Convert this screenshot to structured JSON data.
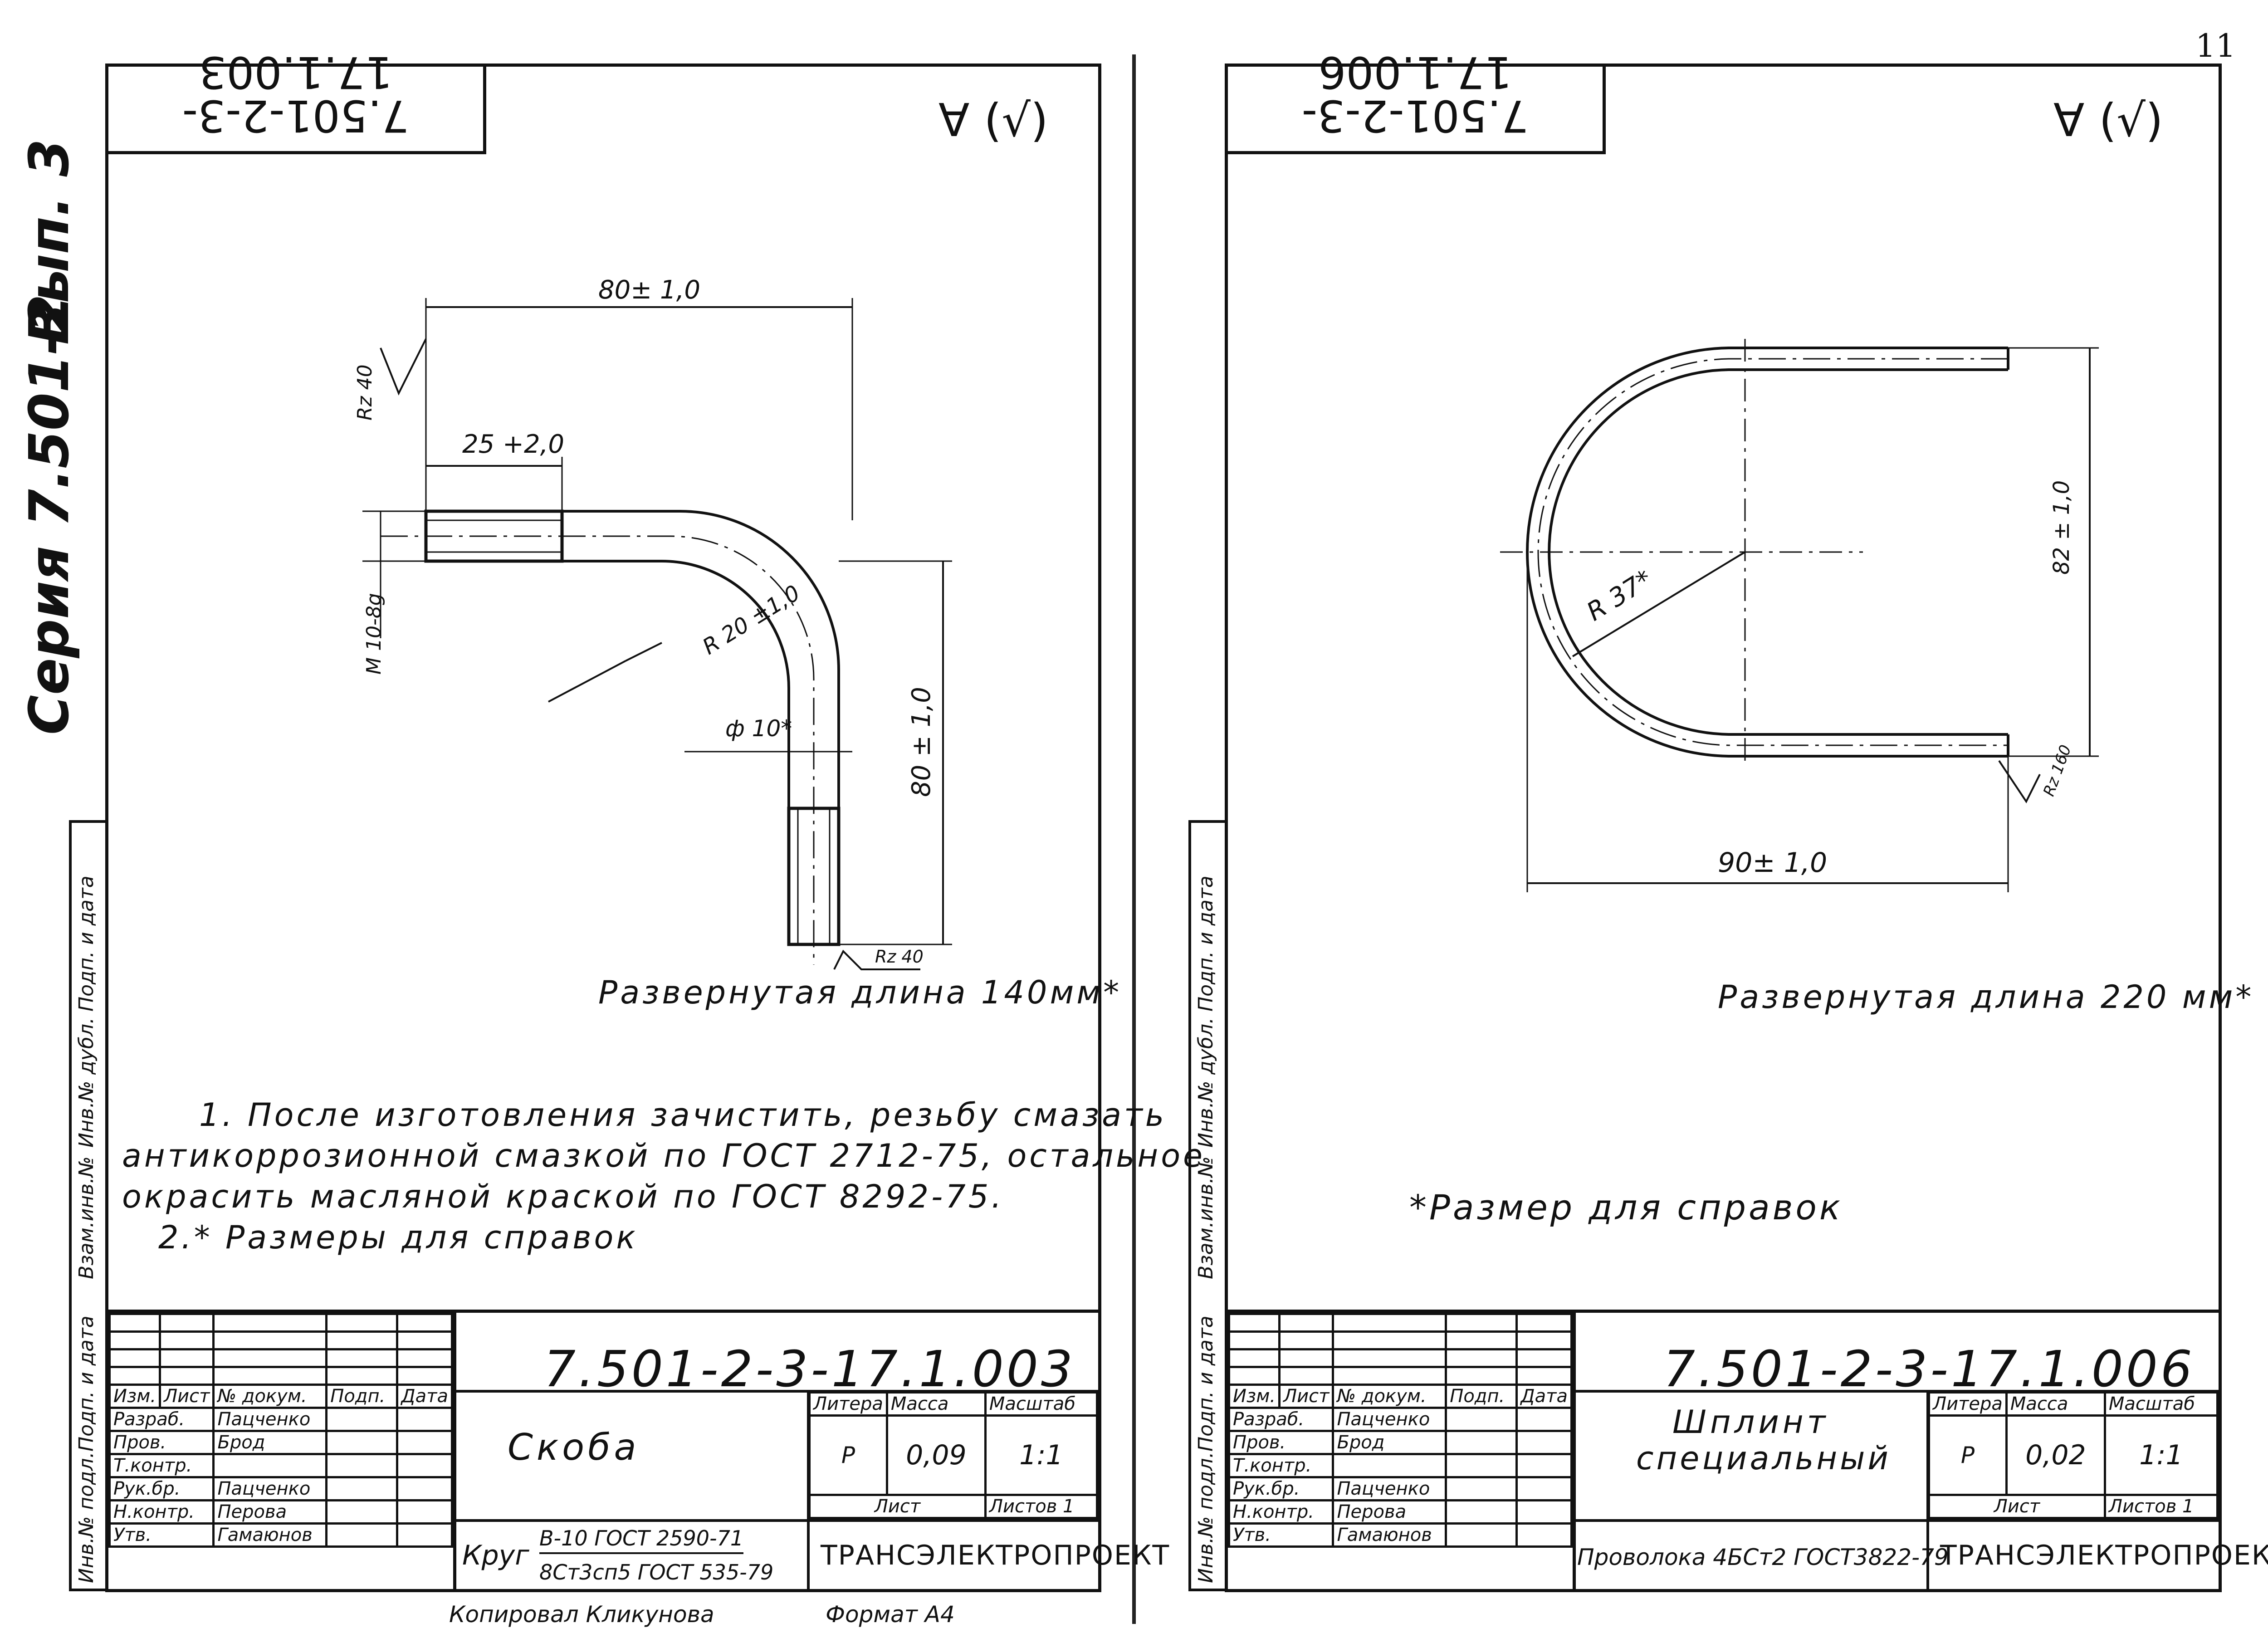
{
  "side_title": {
    "series": "Серия 7.501-2",
    "issue": "Вып. 3"
  },
  "left_sheet": {
    "stamp_code": "7.501-2-3-17.1.003",
    "roughness_symbol": "∀ (√)",
    "dims": {
      "length_top": "80± 1,0",
      "thread_length": "25 +2,0",
      "rz_top": "Rz 40",
      "thread": "М 10-8g",
      "radius": "R 20 ±1,0",
      "diameter": "ф 10*",
      "length_side": "80 ± 1,0",
      "rz_bottom": "Rz 40"
    },
    "developed_length": "Развернутая длина 140мм*",
    "notes": [
      "1. После изготовления зачистить, резьбу смазать",
      "антикоррозионной смазкой по ГОСТ 2712-75, остальное",
      "окрасить масляной краской по ГОСТ 8292-75.",
      "2.* Размеры для справок"
    ],
    "title_block": {
      "doc_number": "7.501-2-3-17.1.003",
      "name": "Скоба",
      "col_headers": [
        "Изм.",
        "Лист",
        "№ докум.",
        "Подп.",
        "Дата"
      ],
      "rows": [
        [
          "Разраб.",
          "Пацченко"
        ],
        [
          "Пров.",
          "Брод"
        ],
        [
          "Т.контр.",
          ""
        ],
        [
          "Рук.бр.",
          "Пацченко"
        ],
        [
          "Н.контр.",
          "Перова"
        ],
        [
          "Утв.",
          "Гамаюнов"
        ]
      ],
      "litera_label": "Литера",
      "mass_label": "Масса",
      "scale_label": "Масштаб",
      "litera": "Р",
      "mass": "0,09",
      "scale": "1:1",
      "sheet_label": "Лист",
      "sheets_label": "Листов 1",
      "material_prefix": "Круг",
      "material_top": "В-10 ГОСТ 2590-71",
      "material_bottom": "8Ст3сп5 ГОСТ 535-79",
      "org": "ТРАНСЭЛЕКТРОПРОЕКТ"
    },
    "footer": {
      "copied": "Копировал Кликунова",
      "format": "Формат А4"
    }
  },
  "right_sheet": {
    "stamp_code": "7.501-2-3-17.1.006",
    "roughness_symbol": "∀ (√)",
    "dims": {
      "height": "82 ± 1,0",
      "radius": "R 37*",
      "width": "90± 1,0",
      "rz": "Rz 160"
    },
    "developed_length": "Развернутая длина 220 мм*",
    "note": "*Размер для справок",
    "title_block": {
      "doc_number": "7.501-2-3-17.1.006",
      "name_line1": "Шплинт",
      "name_line2": "специальный",
      "col_headers": [
        "Изм.",
        "Лист",
        "№ докум.",
        "Подп.",
        "Дата"
      ],
      "rows": [
        [
          "Разраб.",
          "Пацченко"
        ],
        [
          "Пров.",
          "Брод"
        ],
        [
          "Т.контр.",
          ""
        ],
        [
          "Рук.бр.",
          "Пацченко"
        ],
        [
          "Н.контр.",
          "Перова"
        ],
        [
          "Утв.",
          "Гамаюнов"
        ]
      ],
      "litera_label": "Литера",
      "mass_label": "Масса",
      "scale_label": "Масштаб",
      "litera": "Р",
      "mass": "0,02",
      "scale": "1:1",
      "sheet_label": "Лист",
      "sheets_label": "Листов 1",
      "material": "Проволока 4БСт2 ГОСТ3822-79",
      "org": "ТРАНСЭЛЕКТРОПРОЕКТ"
    }
  },
  "margin_strip_labels": [
    "Подп. и дата",
    "Инв.№ дубл.",
    "Взам.инв.№",
    "Подп. и дата",
    "Инв.№ подл."
  ],
  "page_mark": "11"
}
